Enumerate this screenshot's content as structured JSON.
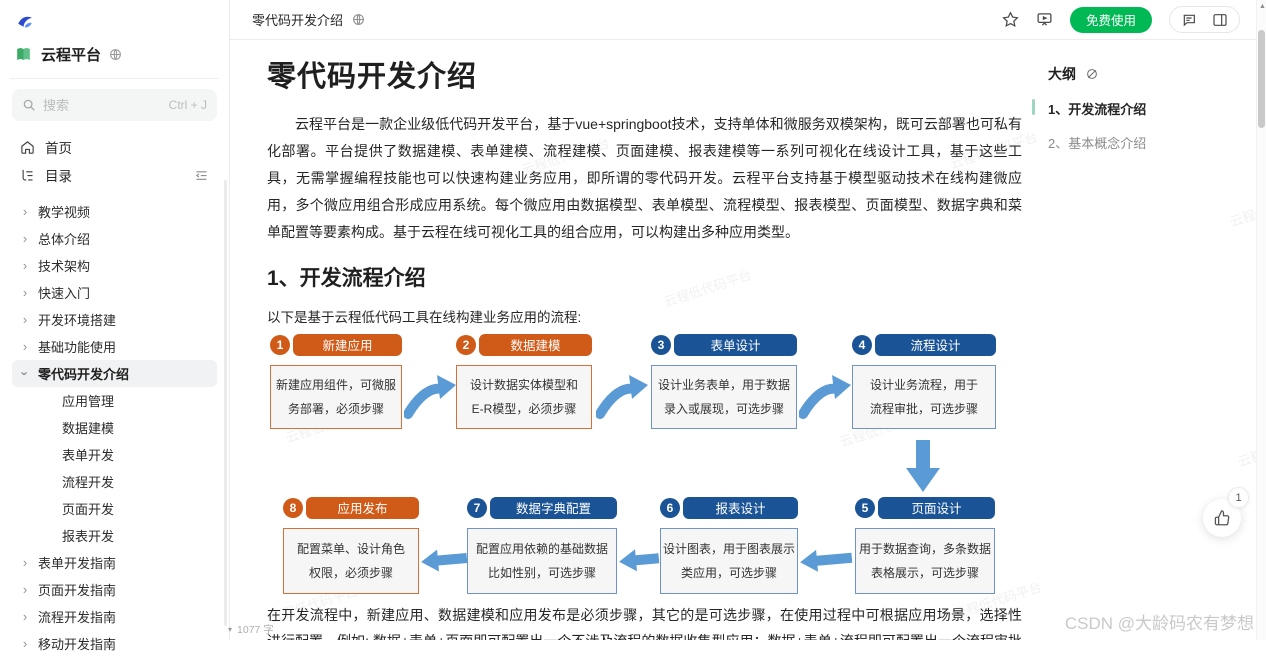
{
  "colors": {
    "brand_green": "#00b955",
    "flow_orange": "#d05a17",
    "flow_blue": "#1b5496",
    "arrow_blue": "#5b9bd5",
    "outline_marker_green": "#9fd6bf"
  },
  "sidebar": {
    "workspace": "云程平台",
    "search": {
      "placeholder": "搜索",
      "shortcut": "Ctrl + J"
    },
    "home_label": "首页",
    "toc_label": "目录",
    "items_top": [
      "教学视频",
      "总体介绍",
      "技术架构",
      "快速入门",
      "开发环境搭建",
      "基础功能使用"
    ],
    "active_item": "零代码开发介绍",
    "children": [
      "应用管理",
      "数据建模",
      "表单开发",
      "流程开发",
      "页面开发",
      "报表开发"
    ],
    "items_bottom": [
      "表单开发指南",
      "页面开发指南",
      "流程开发指南",
      "移动开发指南"
    ]
  },
  "topbar": {
    "breadcrumb": "零代码开发介绍",
    "free_use_label": "免费使用"
  },
  "doc": {
    "title": "零代码开发介绍",
    "intro": "云程平台是一款企业级低代码开发平台，基于vue+springboot技术，支持单体和微服务双模架构，既可云部署也可私有化部署。平台提供了数据建模、表单建模、流程建模、页面建模、报表建模等一系列可视化在线设计工具，基于这些工具，无需掌握编程技能也可以快速构建业务应用，即所谓的零代码开发。云程平台支持基于模型驱动技术在线构建微应用，多个微应用组合形成应用系统。每个微应用由数据模型、表单模型、流程模型、报表模型、页面模型、数据字典和菜单配置等要素构成。基于云程在线可视化工具的组合应用，可以构建出多种应用类型。",
    "section1_heading": "1、开发流程介绍",
    "flow_lead": "以下是基于云程低代码工具在线构建业务应用的流程:",
    "closing": "在开发流程中，新建应用、数据建模和应用发布是必须步骤，其它的是可选步骤，在使用过程中可根据应用场景，选择性进行配置。例如: 数据+表单+页面即可配置出一个不涉及流程的数据收集型应用；数据+表单+流程即可配置出一个流程审批类应用；数据+报表即可配置出一个报表展示类应用。",
    "word_count": "1077 字"
  },
  "flow": {
    "top": [
      {
        "num": "1",
        "label": "新建应用",
        "desc": "新建应用组件，可微服\n务部署，必须步骤"
      },
      {
        "num": "2",
        "label": "数据建模",
        "desc": "设计数据实体模型和\nE-R模型，必须步骤"
      },
      {
        "num": "3",
        "label": "表单设计",
        "desc": "设计业务表单，用于数据\n录入或展现，可选步骤"
      },
      {
        "num": "4",
        "label": "流程设计",
        "desc": "设计业务流程，用于\n流程审批，可选步骤"
      }
    ],
    "bottom": [
      {
        "num": "8",
        "label": "应用发布",
        "desc": "配置菜单、设计角色\n权限，必须步骤"
      },
      {
        "num": "7",
        "label": "数据字典配置",
        "desc": "配置应用依赖的基础数据\n比如性别，可选步骤"
      },
      {
        "num": "6",
        "label": "报表设计",
        "desc": "设计图表，用于图表展示\n类应用，可选步骤"
      },
      {
        "num": "5",
        "label": "页面设计",
        "desc": "用于数据查询，多条数据\n表格展示，可选步骤"
      }
    ]
  },
  "outline": {
    "title": "大纲",
    "items": [
      {
        "label": "1、开发流程介绍"
      },
      {
        "label": "2、基本概念介绍"
      }
    ]
  },
  "floating": {
    "like_count": "1"
  },
  "watermark": {
    "page": "云程低代码平台",
    "csdn": "CSDN @大龄码农有梦想"
  }
}
